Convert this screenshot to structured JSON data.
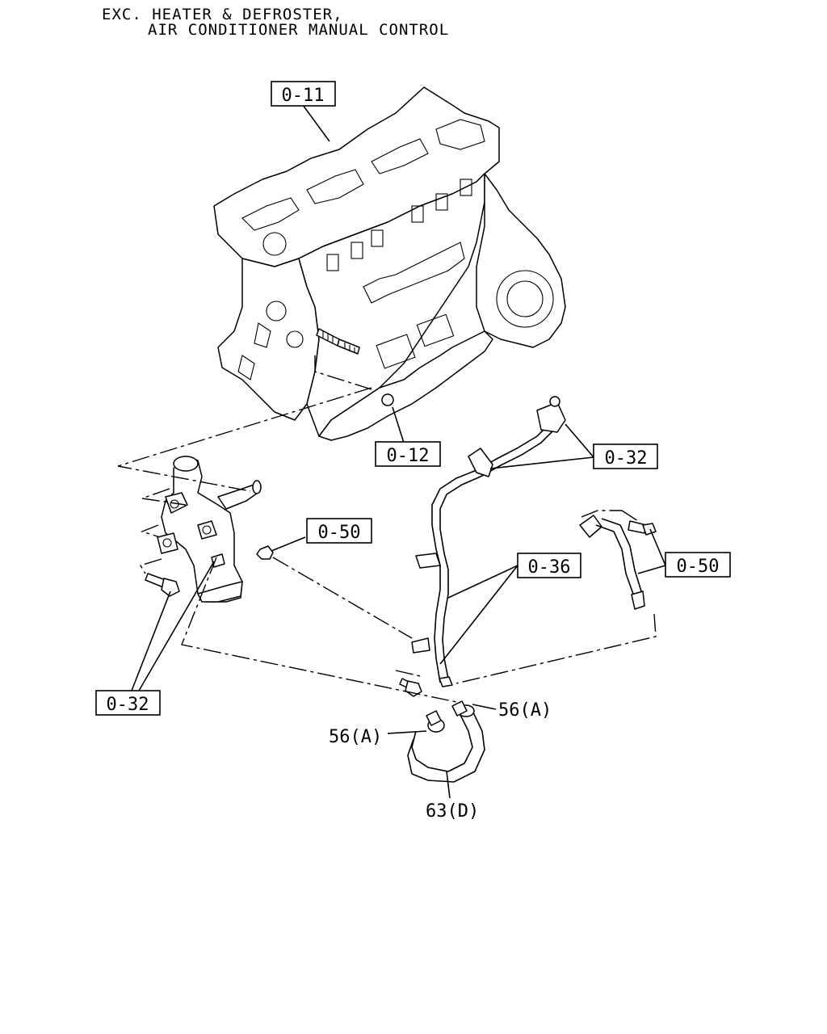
{
  "header": {
    "line1": "EXC. HEATER & DEFROSTER,",
    "line2": "AIR CONDITIONER MANUAL CONTROL"
  },
  "callouts": {
    "engine_block": "0-11",
    "block_plug": "0-12",
    "pipe_clips": "0-32",
    "housing_bolt": "0-50",
    "pipe_bolt": "0-36",
    "right_pipe_bolt": "0-50",
    "housing_bolts": "0-32"
  },
  "labels": {
    "clamp_right": "56(A)",
    "clamp_left": "56(A)",
    "hose": "63(D)"
  }
}
